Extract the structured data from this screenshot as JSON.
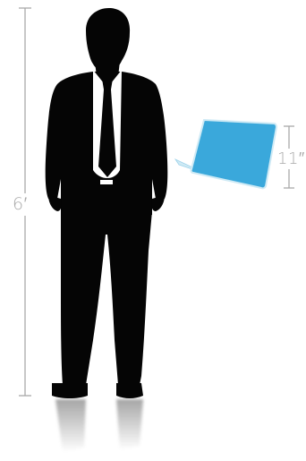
{
  "measures": {
    "person_height": "6′",
    "screen_size": "11″"
  },
  "colors": {
    "silhouette": "#050505",
    "shirt": "#ffffff",
    "device_screen": "#3aa8db",
    "device_edge": "#cfeaf5",
    "dimension_line": "#a9a9a9"
  },
  "icons": {
    "person": "man-in-suit-silhouette",
    "device": "laptop-tablet-screen"
  }
}
